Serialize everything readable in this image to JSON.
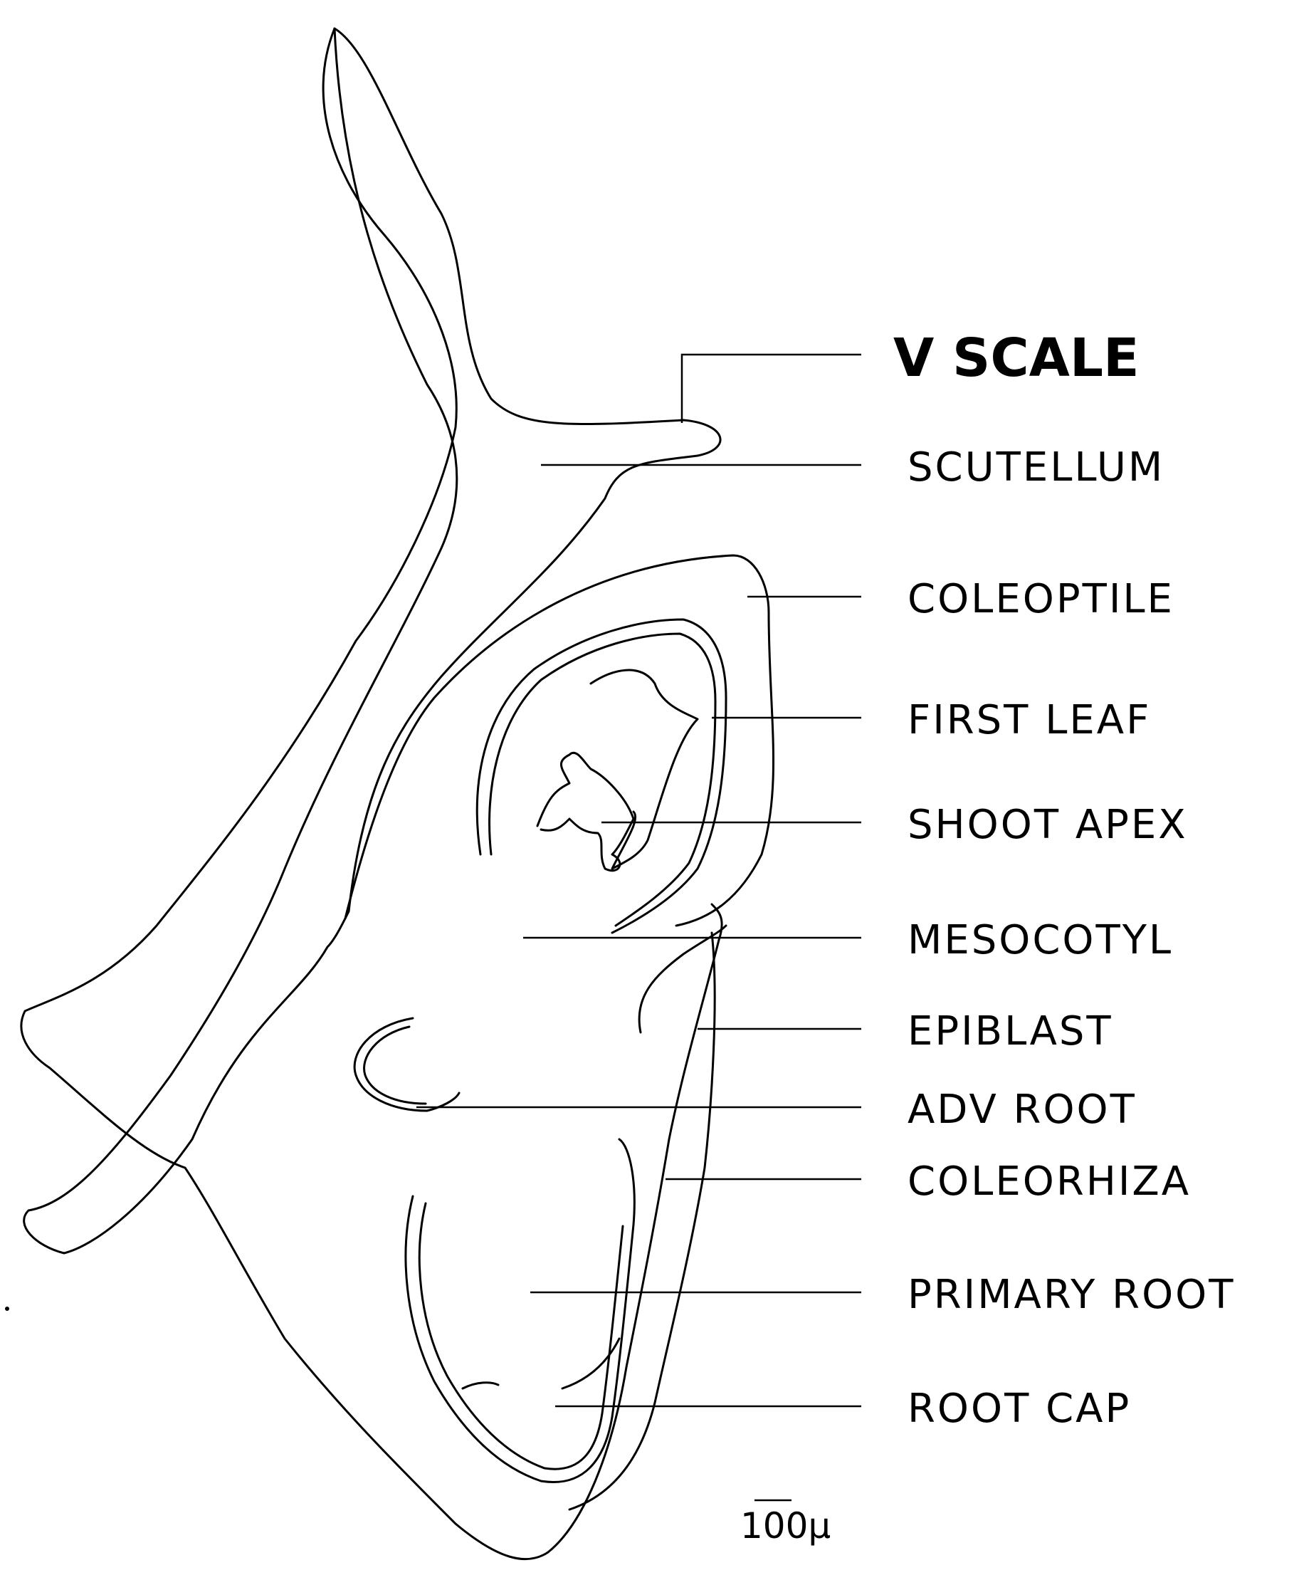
{
  "title": "V SCALE",
  "labels": {
    "scutellum": "SCUTELLUM",
    "coleoptile": "COLEOPTILE",
    "first_leaf": "FIRST LEAF",
    "shoot_apex": "SHOOT APEX",
    "mesocotyl": "MESOCOTYL",
    "epiblast": "EPIBLAST",
    "adv_root": "ADV  ROOT",
    "coleorhiza": "COLEORHIZA",
    "primary_root": "PRIMARY ROOT",
    "root_cap": "ROOT CAP"
  },
  "scale_bar": "100μ",
  "colors": {
    "ink": "#000000",
    "paper": "#ffffff"
  }
}
